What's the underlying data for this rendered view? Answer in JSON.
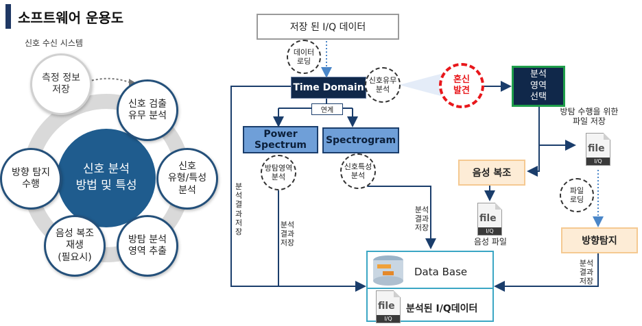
{
  "title": "소프트웨어 운용도",
  "subtitle": "신호 수신 시스템",
  "cycle": {
    "center": "신호 분석\n방법 및 특성",
    "store": "측정 정보\n저장",
    "detect": "신호 검출\n유무 분석",
    "type": "신호\n유형/특성\n분석",
    "region": "방탐 분석\n영역 추출",
    "audio": "음성 복조\n재생\n(필요시)",
    "dir": "방향 탐지\n수행"
  },
  "flow": {
    "stored_iq": "저장 된 I/Q 데이터",
    "data_loading": "데이터\n로딩",
    "time_domain": "Time Domain",
    "signal_presence": "신호유무\n분석",
    "link": "연계",
    "power_spectrum": "Power\nSpectrum",
    "spectrogram": "Spectrogram",
    "df_region": "방탐영역\n분석",
    "signal_char": "신호특성\n분석",
    "interference": "혼신\n발견",
    "select_region": "분석\n영역\n선택",
    "df_file_save": "방탐 수행을 위한\n파일 저장",
    "audio_demod": "음성 복조",
    "audio_file": "음성 파일",
    "file_loading": "파일\n로딩",
    "direction_finding": "방향탐지",
    "result_store": "분석\n결과\n저장",
    "database": "Data Base",
    "analyzed_iq": "분석된 I/Q데이터",
    "file_word": "file",
    "iq_word": "I/Q"
  },
  "colors": {
    "navy": "#10284a",
    "blue": "#6f9fd8",
    "green": "#1f9e4a",
    "red": "#e8171b",
    "teal": "#3aa6c4",
    "cycle_blue": "#1f5c8e"
  }
}
